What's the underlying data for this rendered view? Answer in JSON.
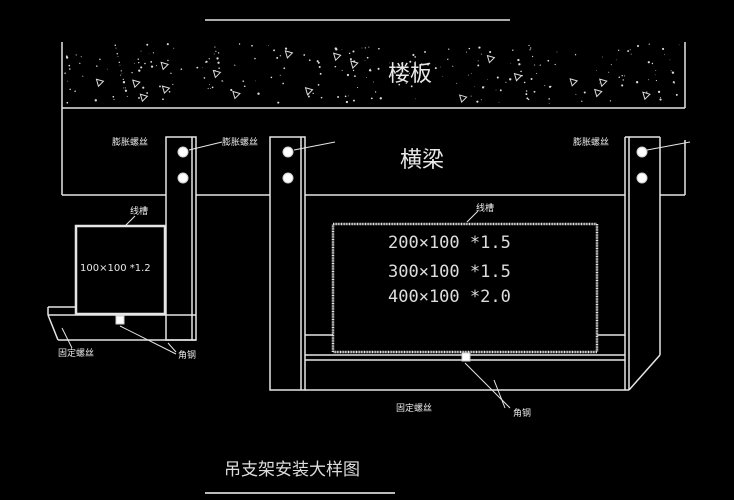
{
  "slab_label": "楼板",
  "beam_label": "横梁",
  "labels": {
    "expansion_screw": "膨胀螺丝",
    "cable_tray": "线槽",
    "fixing_screw": "固定螺丝",
    "angle_steel": "角钢"
  },
  "small_tray": {
    "size": "100×100 *1.2"
  },
  "large_tray": {
    "sizes": [
      "200×100 *1.5",
      "300×100 *1.5",
      "400×100 *2.0"
    ]
  },
  "title": "吊支架安装大样图",
  "colors": {
    "background": "#000000",
    "line": "#e6e6e6"
  }
}
